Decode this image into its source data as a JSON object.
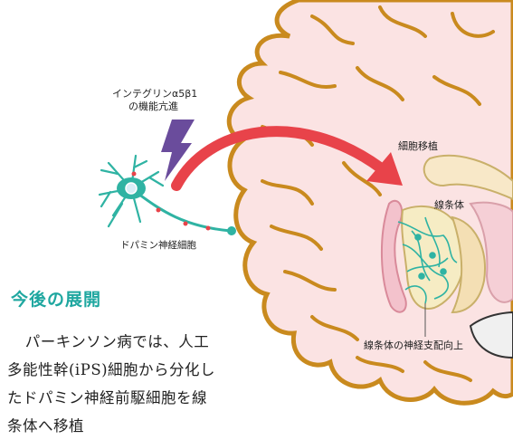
{
  "figure": {
    "integrin_label": "インテグリンα5β1",
    "function_label": "の機能亢進",
    "dopamine_label": "ドパミン神経細胞",
    "transplant_label": "細胞移植",
    "striatum_label": "線条体",
    "innervation_label": "線条体の神経支配向上"
  },
  "article": {
    "heading": "今後の展開",
    "paragraph": "パーキンソン病では、人工多能性幹(iPS)細胞から分化したドパミン神経前駆細胞を線条体へ移植"
  },
  "colors": {
    "heading": "#1fa7a0",
    "neuron": "#2fb3a3",
    "arrow": "#e8434a",
    "bolt": "#6a4c9c",
    "brain_fill": "#fbe3e3",
    "brain_outline": "#c98a1e"
  }
}
